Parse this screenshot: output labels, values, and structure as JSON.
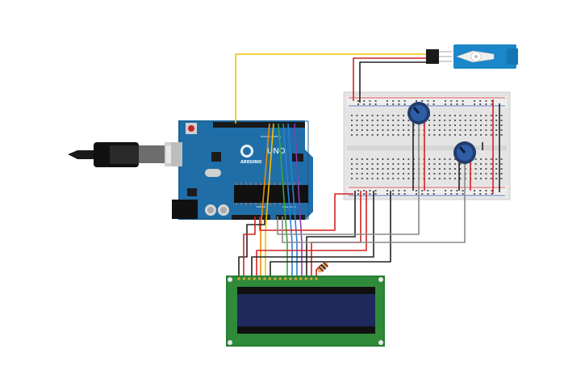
{
  "arduino": {
    "brand": "ARDUINO",
    "model": "UNO",
    "digital_label": "DIGITAL (PWM~)",
    "power_label": "POWER",
    "analog_label": "ANALOG IN"
  },
  "colors": {
    "board": "#1f6ea8",
    "breadboard": "#e4e4e4",
    "lcd_pcb": "#2f8a3a",
    "lcd_screen": "#1e2a5c",
    "servo": "#1b86c9",
    "wire_red": "#d22222",
    "wire_black": "#222222",
    "wire_yellow": "#f2c200",
    "wire_orange": "#ef8b00",
    "wire_green": "#3aa53a",
    "wire_blue": "#2a7fd6",
    "wire_purple": "#8a3ab5",
    "wire_gray": "#8a8a8a"
  },
  "components": [
    {
      "name": "usb-cable-icon"
    },
    {
      "name": "potentiometer-icon"
    },
    {
      "name": "servo-icon"
    },
    {
      "name": "resistor-icon"
    },
    {
      "name": "lcd-16x2-icon"
    }
  ]
}
